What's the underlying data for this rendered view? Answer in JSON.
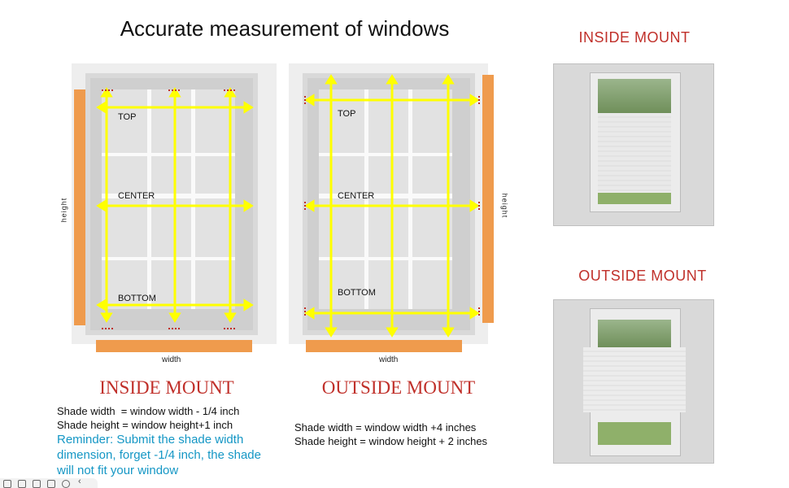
{
  "title": "Accurate measurement of windows",
  "left_diagram": {
    "labels": {
      "top": "TOP",
      "center": "CENTER",
      "bottom": "BOTTOM",
      "height": "height",
      "width": "width"
    },
    "mount_title": "INSIDE MOUNT"
  },
  "middle_diagram": {
    "labels": {
      "top": "TOP",
      "center": "CENTER",
      "bottom": "BOTTOM",
      "height": "height",
      "width": "width"
    },
    "mount_title": "OUTSIDE MOUNT"
  },
  "inside_formula": {
    "line1": "Shade width  = window width - 1/4 inch",
    "line2": "Shade height = window height+1 inch"
  },
  "reminder": {
    "line1": "Reminder: Submit the shade width",
    "line2": "dimension, forget -1/4 inch, the shade",
    "line3": "will not fit your window"
  },
  "outside_formula": {
    "line1": "Shade width = window width +4 inches",
    "line2": "Shade height = window height + 2 inches"
  },
  "right_panel": {
    "inside_title": "INSIDE MOUNT",
    "outside_title": "OUTSIDE MOUNT"
  },
  "colors": {
    "arrow": "#ffff00",
    "ruler": "#ef9b4d",
    "red_title": "#c0302a",
    "reminder": "#1597c5"
  },
  "toolbar_icons": [
    "expand-icon",
    "camera-icon",
    "image-icon",
    "note-icon",
    "settings-icon",
    "chevron-left-icon"
  ]
}
